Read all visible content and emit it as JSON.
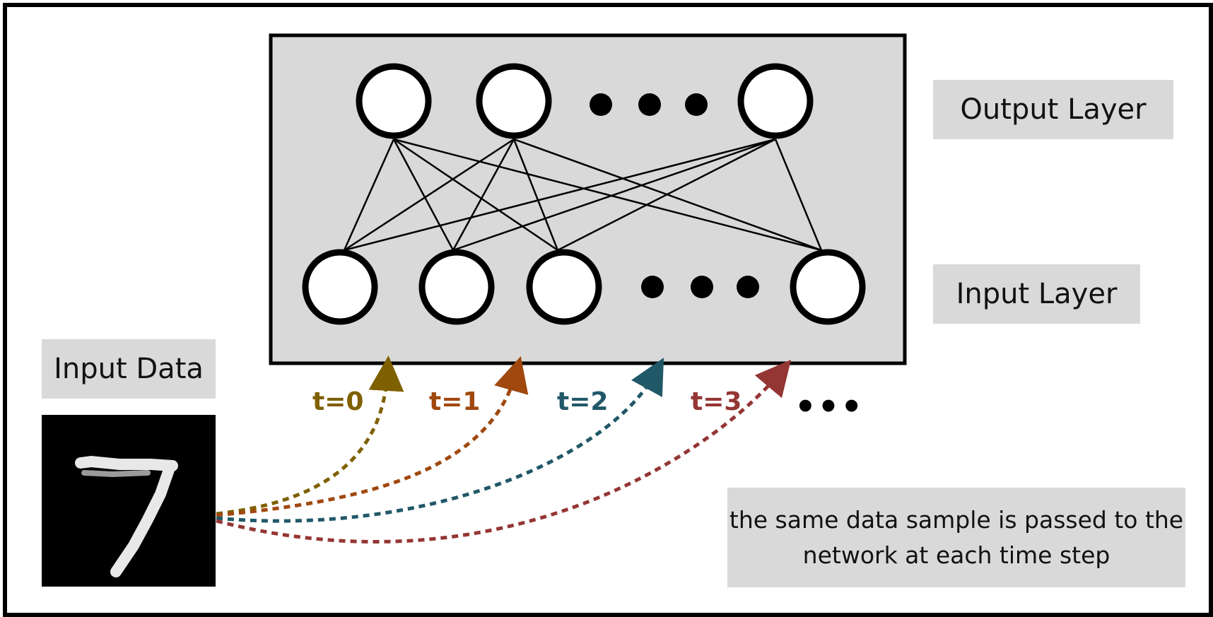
{
  "labels": {
    "output_layer": "Output Layer",
    "input_layer": "Input Layer",
    "input_data": "Input Data",
    "note_line1": "the same data sample is passed to the",
    "note_line2": "network at each time step",
    "ellipsis": "•••"
  },
  "time_steps": [
    {
      "label": "t=0",
      "color": "#7f6000"
    },
    {
      "label": "t=1",
      "color": "#a0480e"
    },
    {
      "label": "t=2",
      "color": "#215868"
    },
    {
      "label": "t=3",
      "color": "#943634"
    }
  ],
  "network": {
    "output_neurons_shown": 3,
    "input_neurons_shown": 4,
    "panel_color": "#d9d9d9"
  },
  "input_image": {
    "digit": "7"
  }
}
